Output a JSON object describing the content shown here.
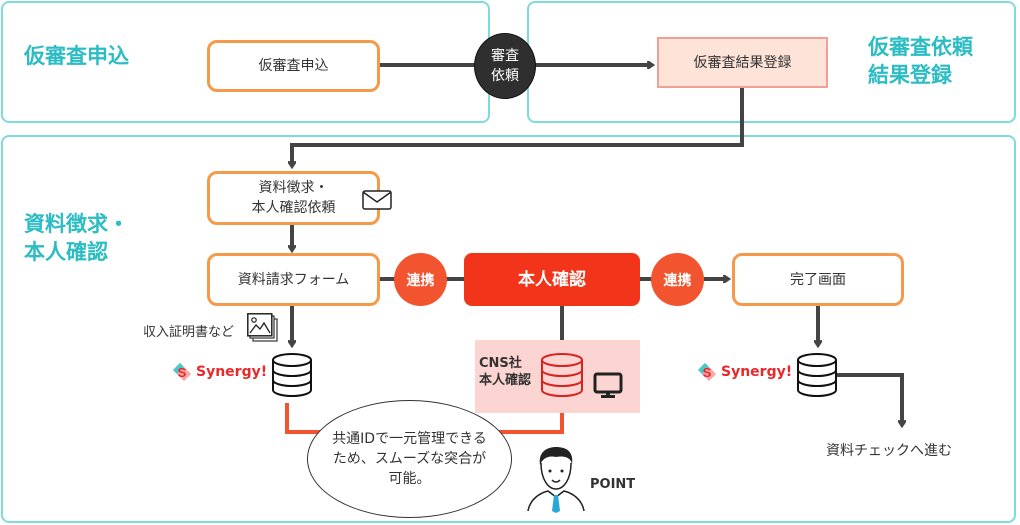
{
  "sections": {
    "pre_application": {
      "title": "仮審査申込"
    },
    "pre_result": {
      "title_line1": "仮審査依頼",
      "title_line2": "結果登録"
    },
    "documents": {
      "title_line1": "資料徴求・",
      "title_line2": "本人確認"
    }
  },
  "nodes": {
    "pre_application_box": "仮審査申込",
    "review_request": {
      "line1": "審査",
      "line2": "依頼"
    },
    "pre_result_box": "仮審査結果登録",
    "doc_request": {
      "line1": "資料徴求・",
      "line2": "本人確認依頼"
    },
    "doc_form": "資料請求フォーム",
    "link_left": "連携",
    "identity_check": "本人確認",
    "link_right": "連携",
    "complete_screen": "完了画面"
  },
  "labels": {
    "income_docs": "収入証明書など",
    "synergy_left": "Synergy!",
    "synergy_right": "Synergy!",
    "cns_line1": "CNS社",
    "cns_line2": "本人確認",
    "proceed": "資料チェックへ進む",
    "bubble": "共通IDで一元管理できるため、スムーズな突合が可能。",
    "point": "POINT"
  },
  "icons": [
    "mail-icon",
    "image-stack-icon",
    "database-icon",
    "monitor-icon",
    "person-icon",
    "synergy-logo-icon"
  ],
  "colors": {
    "section_title": "#2cbcc4",
    "panel_border": "#7fdbdb",
    "box_border": "#f59a4a",
    "accent_red": "#f1341a",
    "link_circle": "#f25430"
  }
}
